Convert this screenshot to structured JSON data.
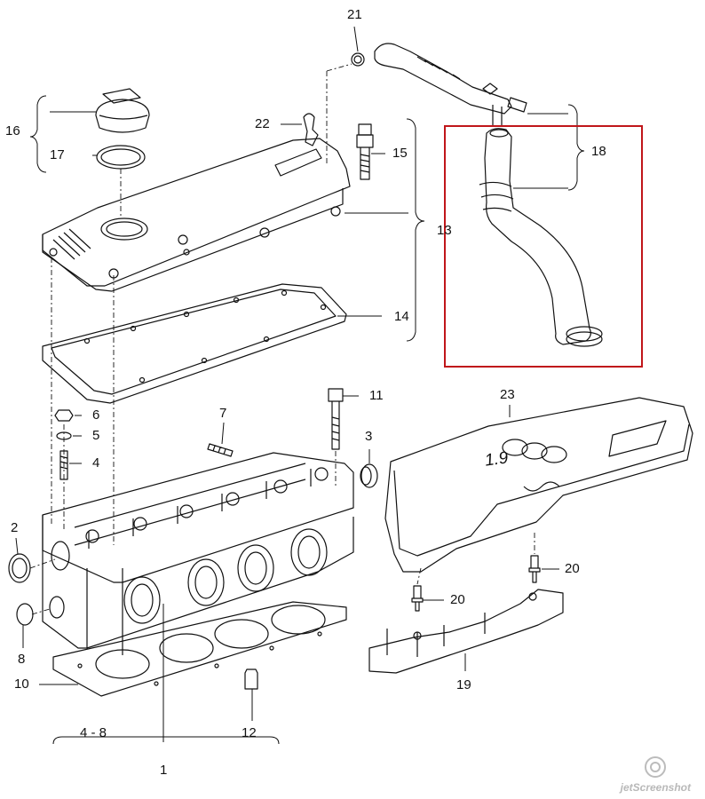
{
  "callouts": {
    "n1": "1",
    "n2": "2",
    "n3": "3",
    "n4": "4",
    "n5": "5",
    "n6": "6",
    "n7": "7",
    "n8": "8",
    "n10": "10",
    "n11": "11",
    "n12": "12",
    "n13": "13",
    "n14": "14",
    "n15": "15",
    "n16": "16",
    "n17": "17",
    "n18": "18",
    "n19": "19",
    "n20a": "20",
    "n20b": "20",
    "n21": "21",
    "n22": "22",
    "n23": "23",
    "range_4_8": "4 - 8"
  },
  "engine_badge": "1.9",
  "highlight_color": "#c0161a",
  "watermark": "jetScreenshot"
}
